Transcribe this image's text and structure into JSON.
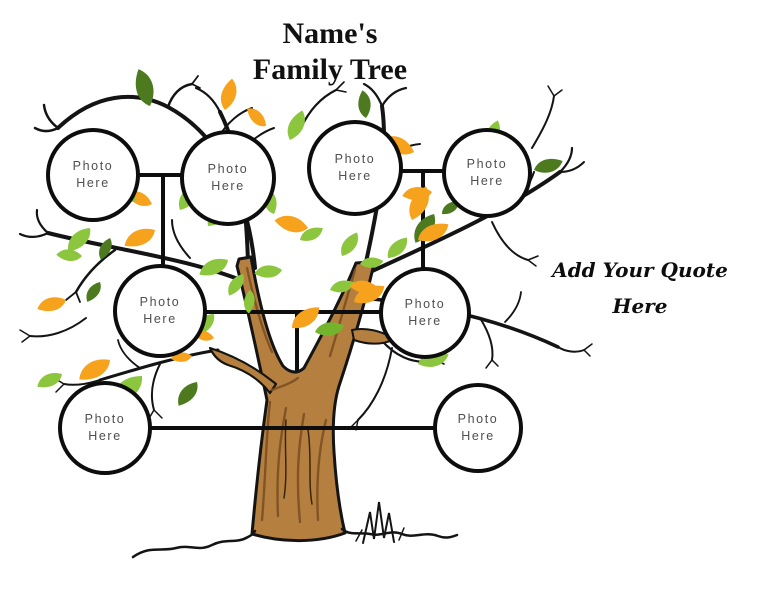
{
  "title": {
    "line1": "Name's",
    "line2": "Family Tree"
  },
  "quote": {
    "line1": "Add Your Quote",
    "line2": "Here"
  },
  "photos": [
    {
      "line1": "Photo",
      "line2": "Here"
    },
    {
      "line1": "Photo",
      "line2": "Here"
    },
    {
      "line1": "Photo",
      "line2": "Here"
    },
    {
      "line1": "Photo",
      "line2": "Here"
    },
    {
      "line1": "Photo",
      "line2": "Here"
    },
    {
      "line1": "Photo",
      "line2": "Here"
    },
    {
      "line1": "Photo",
      "line2": "Here"
    },
    {
      "line1": "Photo",
      "line2": "Here"
    }
  ],
  "colors": {
    "background": "#ffffff",
    "outline_black": "#141414",
    "trunk_brown": "#b5803f",
    "trunk_shade_brown": "#7d5023",
    "leaf_green_bright": "#8cc63e",
    "leaf_green_mid": "#74b32c",
    "leaf_green_dark": "#4d7a1f",
    "leaf_orange": "#f6a21d",
    "photo_text_gray": "#4f4f4f",
    "title_text": "#111111"
  }
}
